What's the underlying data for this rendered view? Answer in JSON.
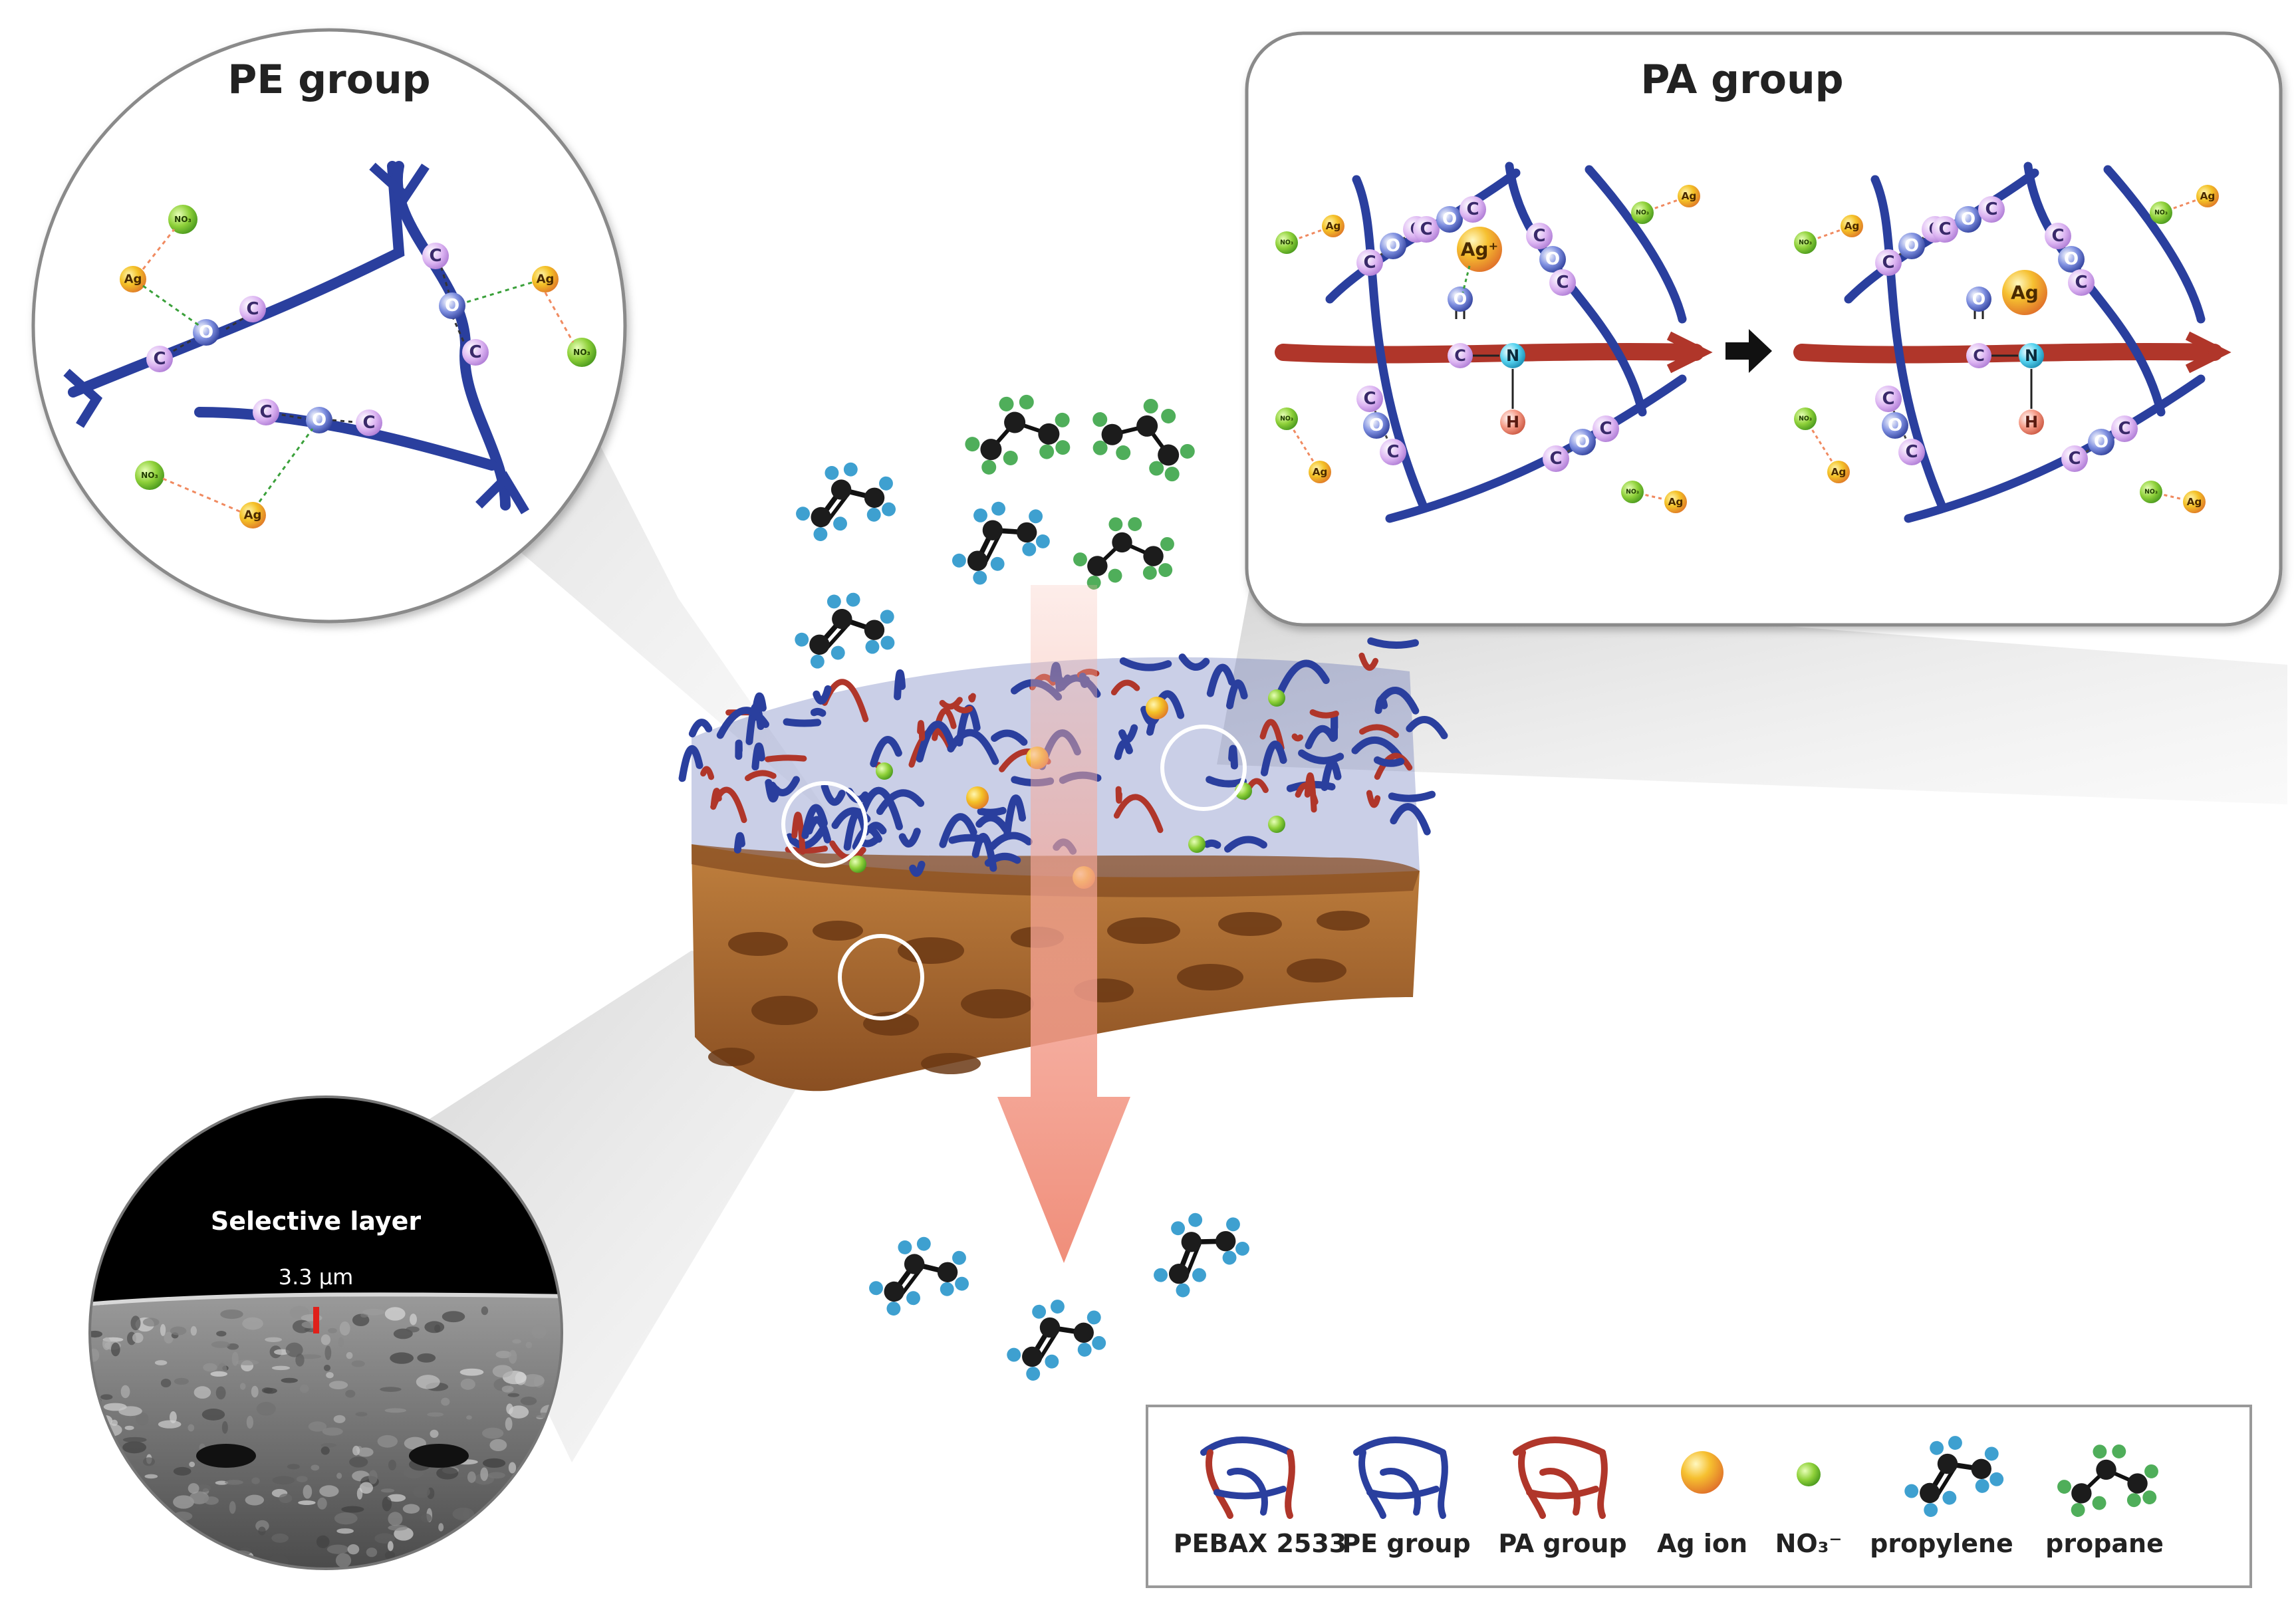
{
  "pe_panel": {
    "title": "PE group"
  },
  "pa_panel": {
    "title": "PA group"
  },
  "atoms": {
    "carbon": "C",
    "oxygen": "O",
    "nitrogen": "N",
    "hydrogen": "H",
    "silver": "Ag",
    "silver_ion": "Ag⁺",
    "nitrate": "NO₃"
  },
  "sem_inset": {
    "label": "Selective layer",
    "thickness": "3.3 μm"
  },
  "legend": {
    "items": [
      {
        "label": "PEBAX 2533"
      },
      {
        "label": "PE group"
      },
      {
        "label": "PA group"
      },
      {
        "label": "Ag ion"
      },
      {
        "label": "NO₃⁻"
      },
      {
        "label": "propylene"
      },
      {
        "label": "propane"
      }
    ]
  },
  "colors": {
    "pe_chain": "#2a3f9e",
    "pa_chain": "#b0362a",
    "substrate": "#a8652a",
    "ag": "#f2c230",
    "no3": "#8fcf3a",
    "carbon_atom": "#d6a6ec",
    "oxygen_atom": "#4f63c8",
    "nitrogen_atom": "#3bc3e6",
    "hydrogen_atom": "#f08a78",
    "propylene": "#2f8fc0",
    "propane": "#3a9a4a",
    "arrow": "#f3a08f"
  }
}
